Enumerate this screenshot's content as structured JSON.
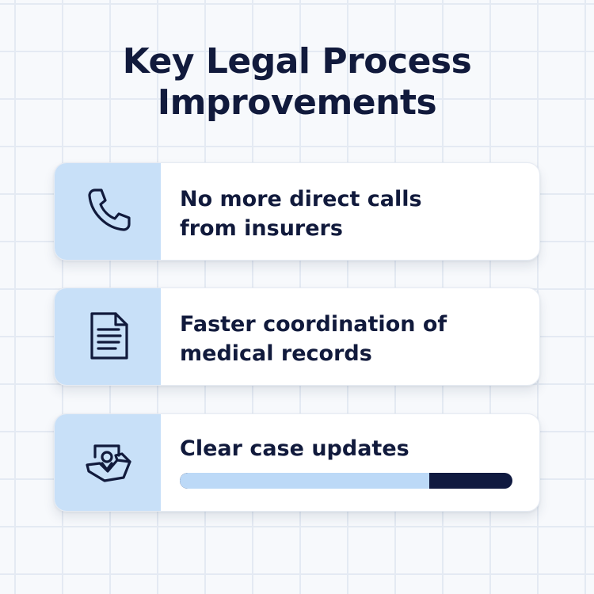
{
  "title": {
    "line1": "Key Legal Process",
    "line2": "Improvements"
  },
  "cards": [
    {
      "icon": "phone-icon",
      "lines": [
        "No more direct calls",
        "from insurers"
      ]
    },
    {
      "icon": "document-icon",
      "lines": [
        "Faster coordination of",
        "medical records"
      ]
    },
    {
      "icon": "case-update-icon",
      "lines": [
        "Clear case updates"
      ],
      "progress": 0.75
    }
  ],
  "colors": {
    "text": "#111a3c",
    "icon_panel": "#c8e0f8",
    "progress_fill": "#bcd9f7",
    "progress_track": "#101a40"
  }
}
